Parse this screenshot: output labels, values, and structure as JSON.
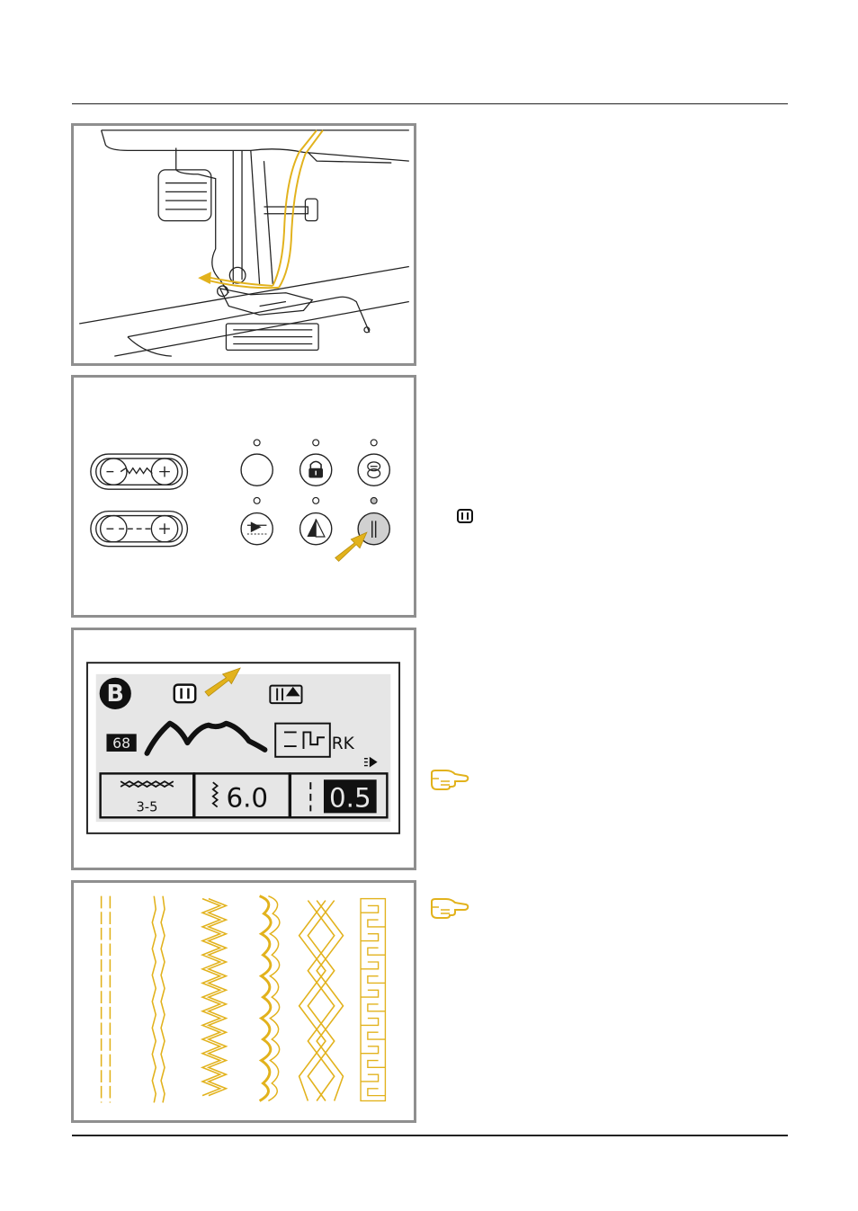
{
  "figures": {
    "needle_display": {
      "mode_letter": "B",
      "pattern_number": "68",
      "pattern_code": "RK",
      "stitch_length_range": "3-5",
      "stitch_width": "6.0",
      "stitch_length": "0.5"
    }
  },
  "icons": {
    "twin_needle_icon": "twin-needle-icon",
    "note_icon_1": "pointing-hand-icon",
    "note_icon_2": "pointing-hand-icon"
  },
  "colors": {
    "accent": "#e2b21c",
    "frame": "#8f8f8f",
    "lcd": "#e6e6e6"
  }
}
